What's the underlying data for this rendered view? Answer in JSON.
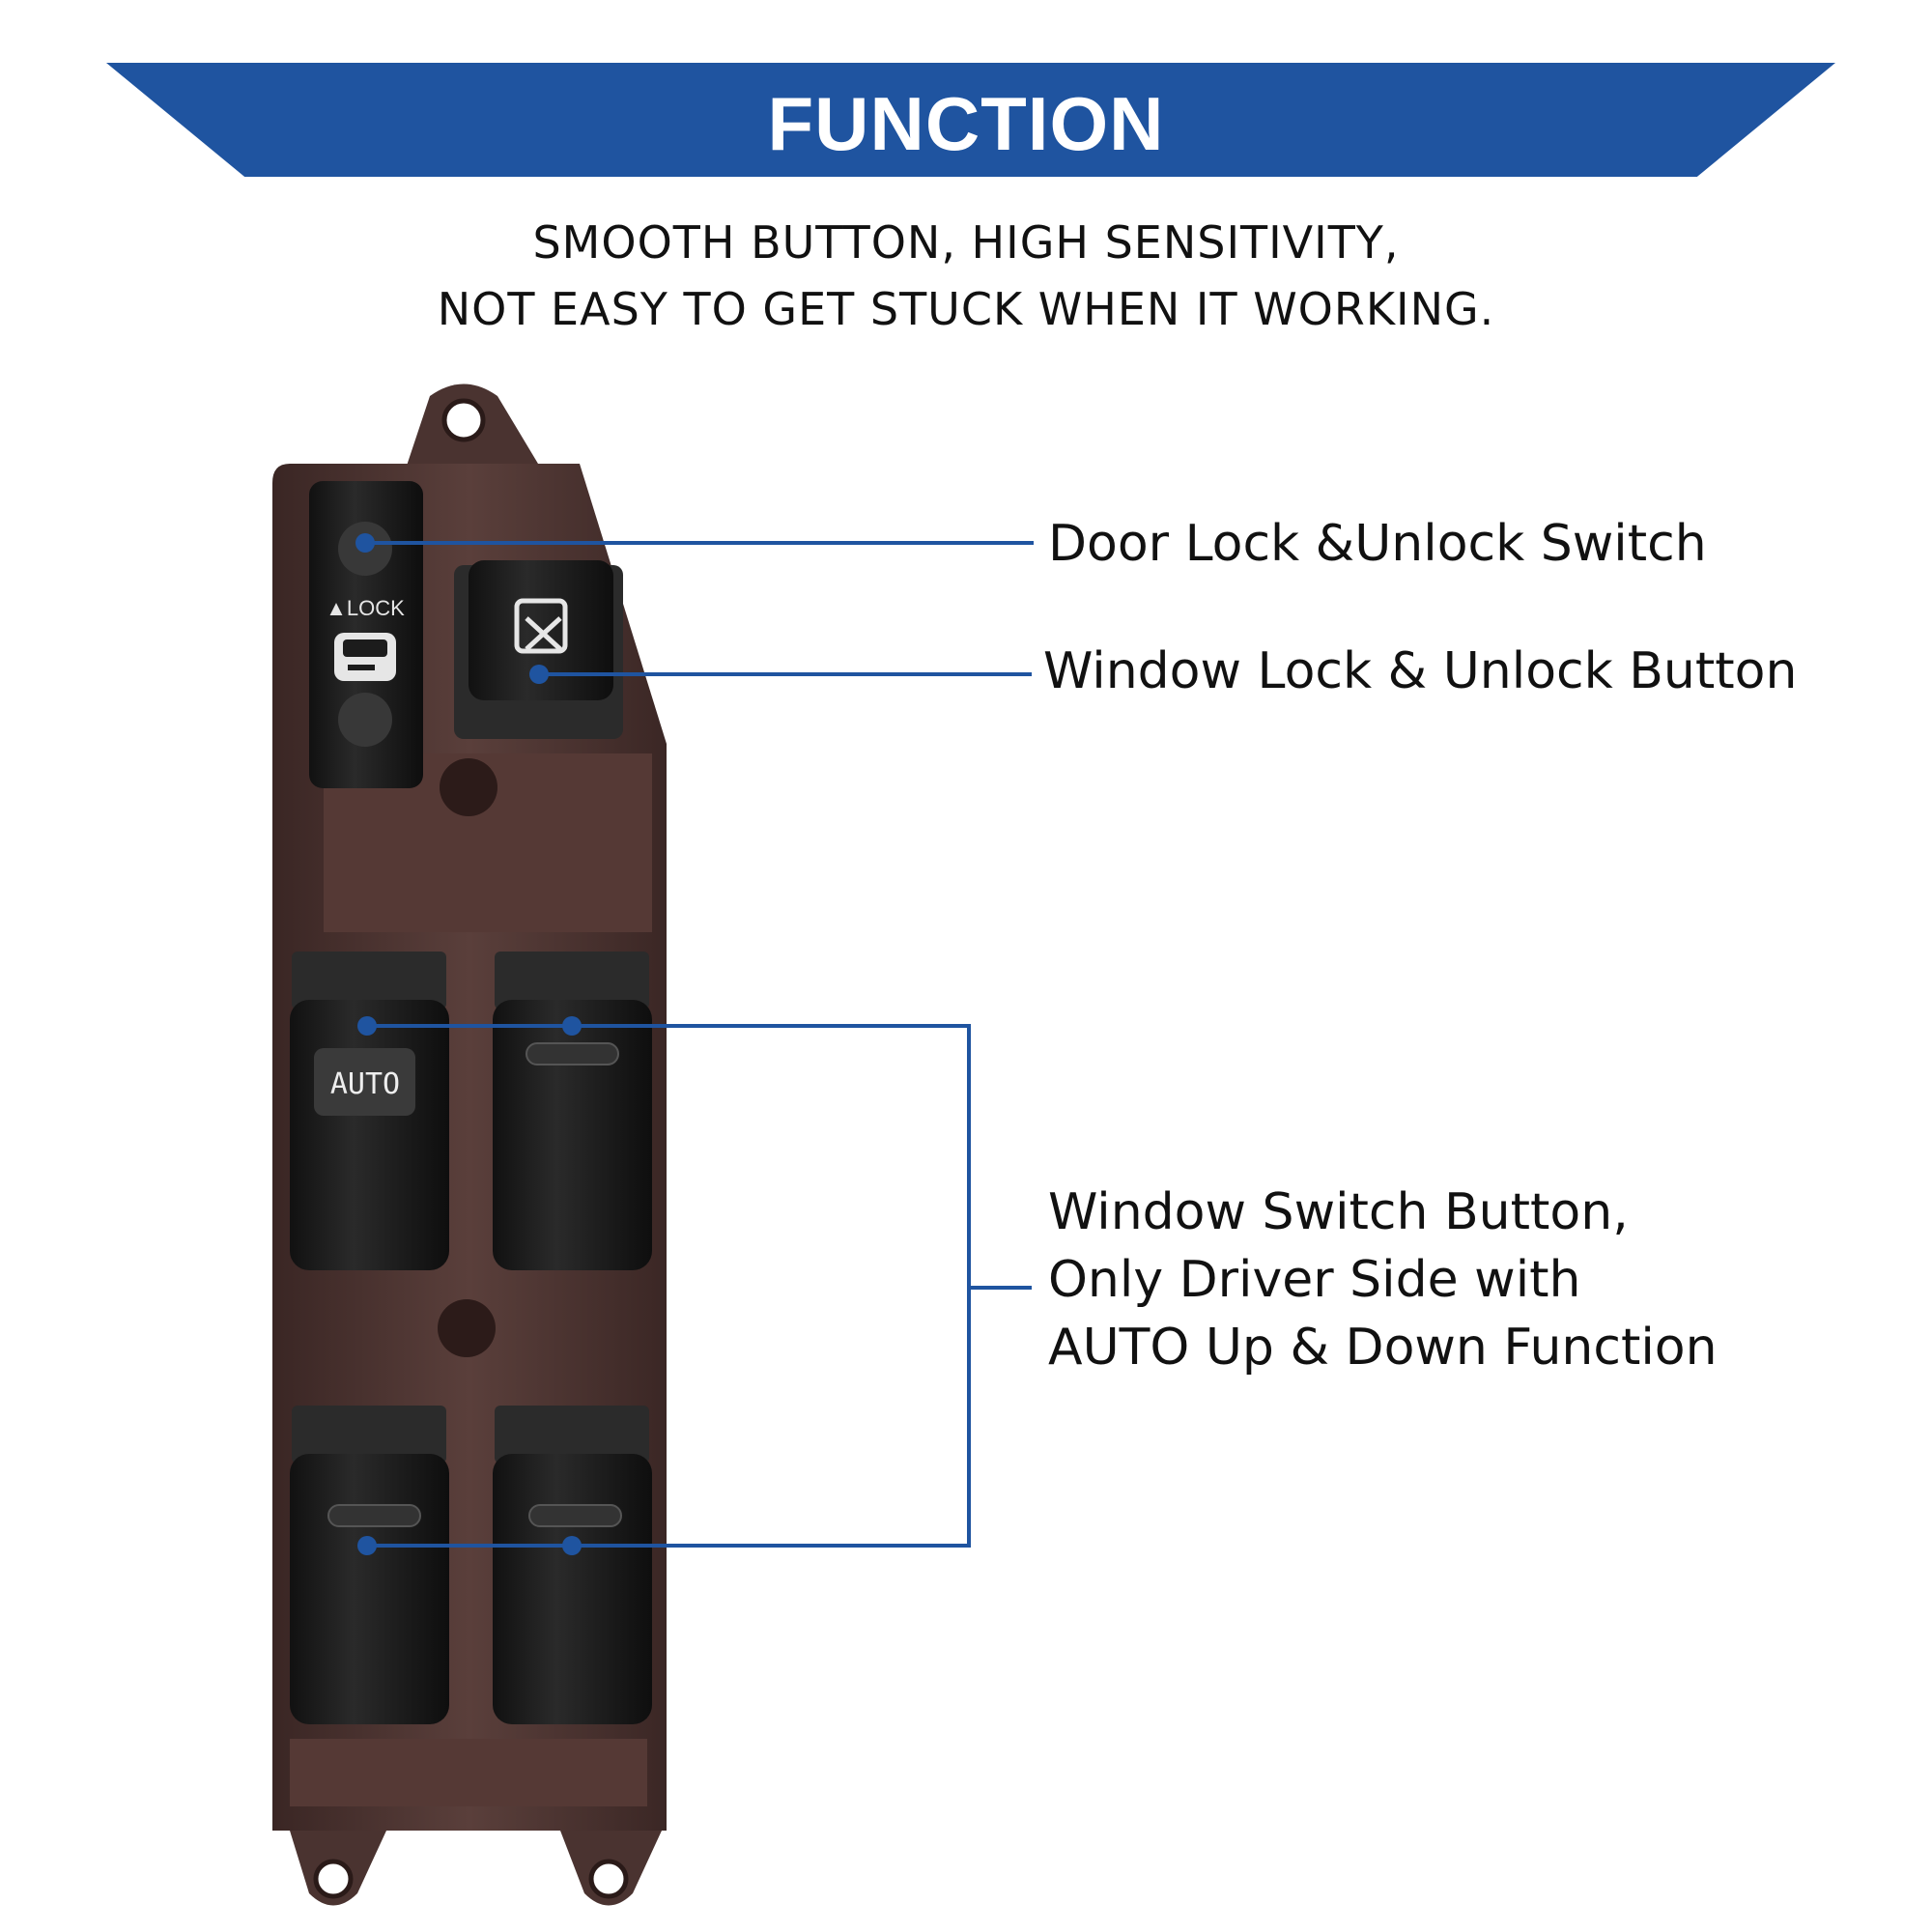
{
  "header": {
    "title": "FUNCTION",
    "subtitle_line1": "SMOOTH BUTTON, HIGH SENSITIVITY,",
    "subtitle_line2": "NOT EASY TO GET STUCK WHEN IT WORKING."
  },
  "device": {
    "lock_label": "▲LOCK",
    "auto_label": "AUTO"
  },
  "callouts": {
    "door_lock": "Door Lock &Unlock Switch",
    "window_lock": "Window Lock & Unlock Button",
    "window_switch_line1": "Window Switch Button,",
    "window_switch_line2": "Only Driver Side with",
    "window_switch_line3": "AUTO Up & Down Function"
  },
  "colors": {
    "banner": "#1f54a0",
    "leader_line": "#1f54a0",
    "panel": "#4a3330",
    "button": "#1c1c1c"
  }
}
